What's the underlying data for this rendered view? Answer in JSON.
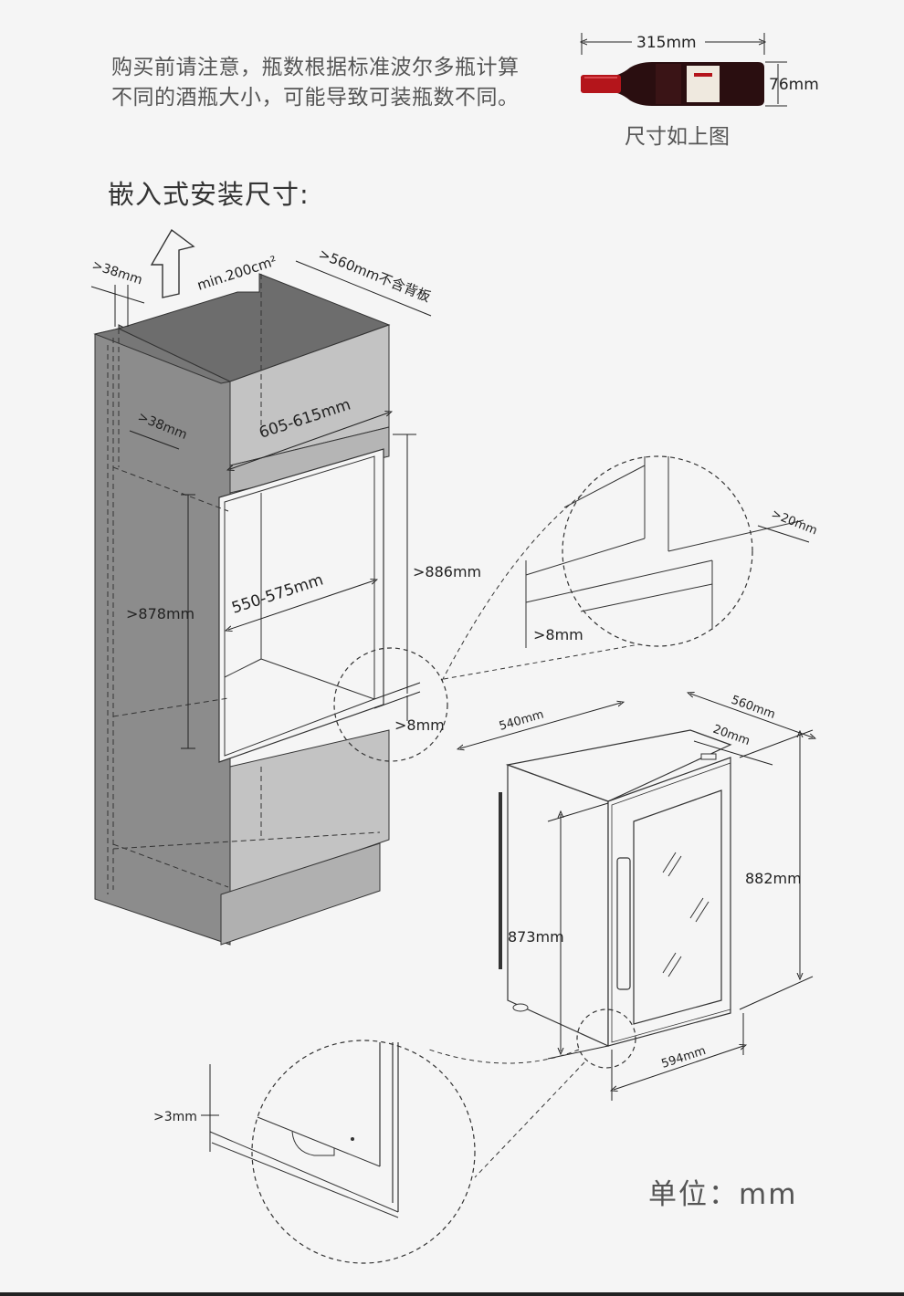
{
  "note": {
    "line1": "购买前请注意，瓶数根据标准波尔多瓶计算",
    "line2": "不同的酒瓶大小，可能导致可装瓶数不同。"
  },
  "bottle": {
    "length": "315mm",
    "diameter": "76mm",
    "caption": "尺寸如上图"
  },
  "section_title": "嵌入式安装尺寸:",
  "cabinet_dims": {
    "side_panel": ">38mm",
    "vent_area": "min.200cm²",
    "depth": ">560mm不含背板",
    "side_gap": ">38mm",
    "opening_width": "605-615mm",
    "niche_height": ">878mm",
    "inner_depth": "550-575mm",
    "opening_height": ">886mm",
    "bottom_gap": ">8mm"
  },
  "detail_top": {
    "back_gap": ">20mm",
    "bottom_gap": ">8mm"
  },
  "appliance_dims": {
    "depth": "540mm",
    "total_depth": "560mm",
    "door_thickness": "20mm",
    "total_height": "882mm",
    "body_height": "873mm",
    "width": "594mm"
  },
  "detail_bottom": {
    "gap": ">3mm"
  },
  "unit_label": "单位：mm"
}
